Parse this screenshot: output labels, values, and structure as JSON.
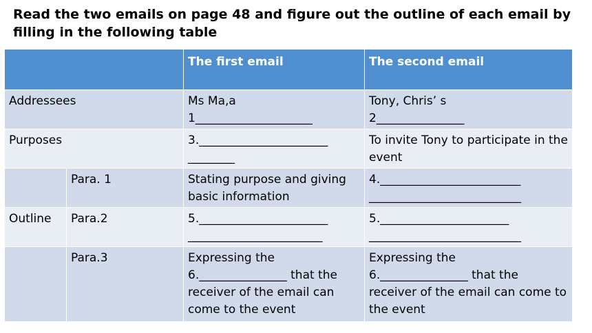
{
  "instruction": "Read the two emails on page 48 and figure out the outline of each email by filling in the following table",
  "table": {
    "headers": {
      "first_email": "The first email",
      "second_email": "The second email"
    },
    "addressees": {
      "label": "Addressees",
      "first": "Ms Ma,a\n1____________________",
      "second": "Tony, Chris’ s\n2_______________"
    },
    "purposes": {
      "label": "Purposes",
      "first": "3.______________________\n________",
      "second": "To invite Tony to participate in the event"
    },
    "outline_label": "Outline",
    "para1": {
      "label": "Para. 1",
      "first": " Stating purpose and giving basic information",
      "second": "4.________________________\n__________________________"
    },
    "para2": {
      "label": "Para.2",
      "first": "5.______________________\n_______________________",
      "second": " 5.______________________\n__________________________"
    },
    "para3": {
      "label": "Para.3",
      "first": " Expressing the\n6._______________ that the receiver of the email can come to the event",
      "second": "Expressing the\n6._______________ that the receiver of the email can come to the event"
    }
  }
}
